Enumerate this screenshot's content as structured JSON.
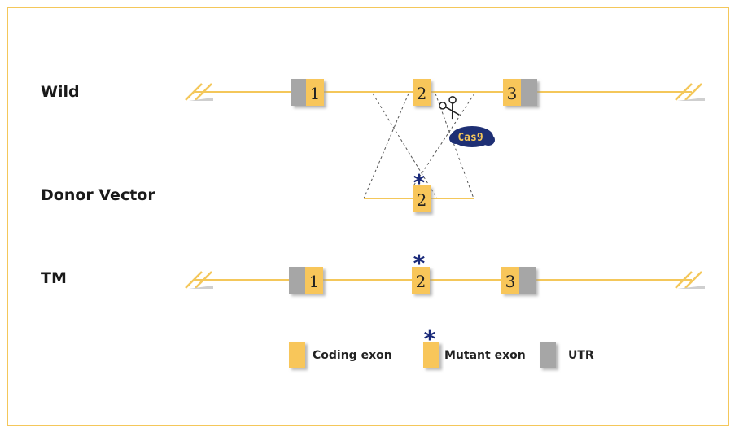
{
  "rows": {
    "wild": "Wild",
    "donor": "Donor Vector",
    "tm": "TM"
  },
  "exons": {
    "wild": [
      "1",
      "2",
      "3"
    ],
    "donor": [
      "2"
    ],
    "tm": [
      "1",
      "2",
      "3"
    ]
  },
  "enzyme": "Cas9",
  "scissors_icon": "scissors-icon",
  "mutation_marker": "*",
  "legend": {
    "coding": "Coding exon",
    "mutant": "Mutant exon",
    "utr": "UTR"
  },
  "colors": {
    "frame": "#f4c75a",
    "exon": "#f8c65a",
    "utr": "#a6a6a6",
    "line": "#f4c75a",
    "marker": "#1a2a7a",
    "cas9": "#1e2f74"
  }
}
